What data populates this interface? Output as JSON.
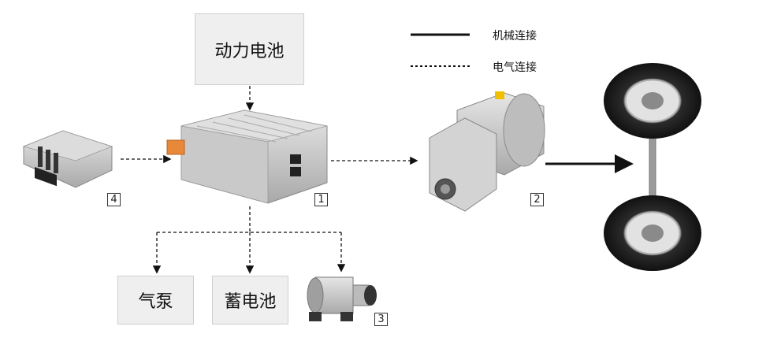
{
  "boxes": {
    "power_battery": "动力电池",
    "air_pump": "气泵",
    "storage_battery": "蓄电池"
  },
  "legend": {
    "mechanical": "机械连接",
    "electrical": "电气连接"
  },
  "tags": {
    "controller": "1",
    "motor": "2",
    "compressor": "3",
    "ecu": "4"
  },
  "colors": {
    "box_fill": "#efefef",
    "metal": "#c8c8c8",
    "orange_connector": "#e8893a",
    "line": "#111111"
  }
}
